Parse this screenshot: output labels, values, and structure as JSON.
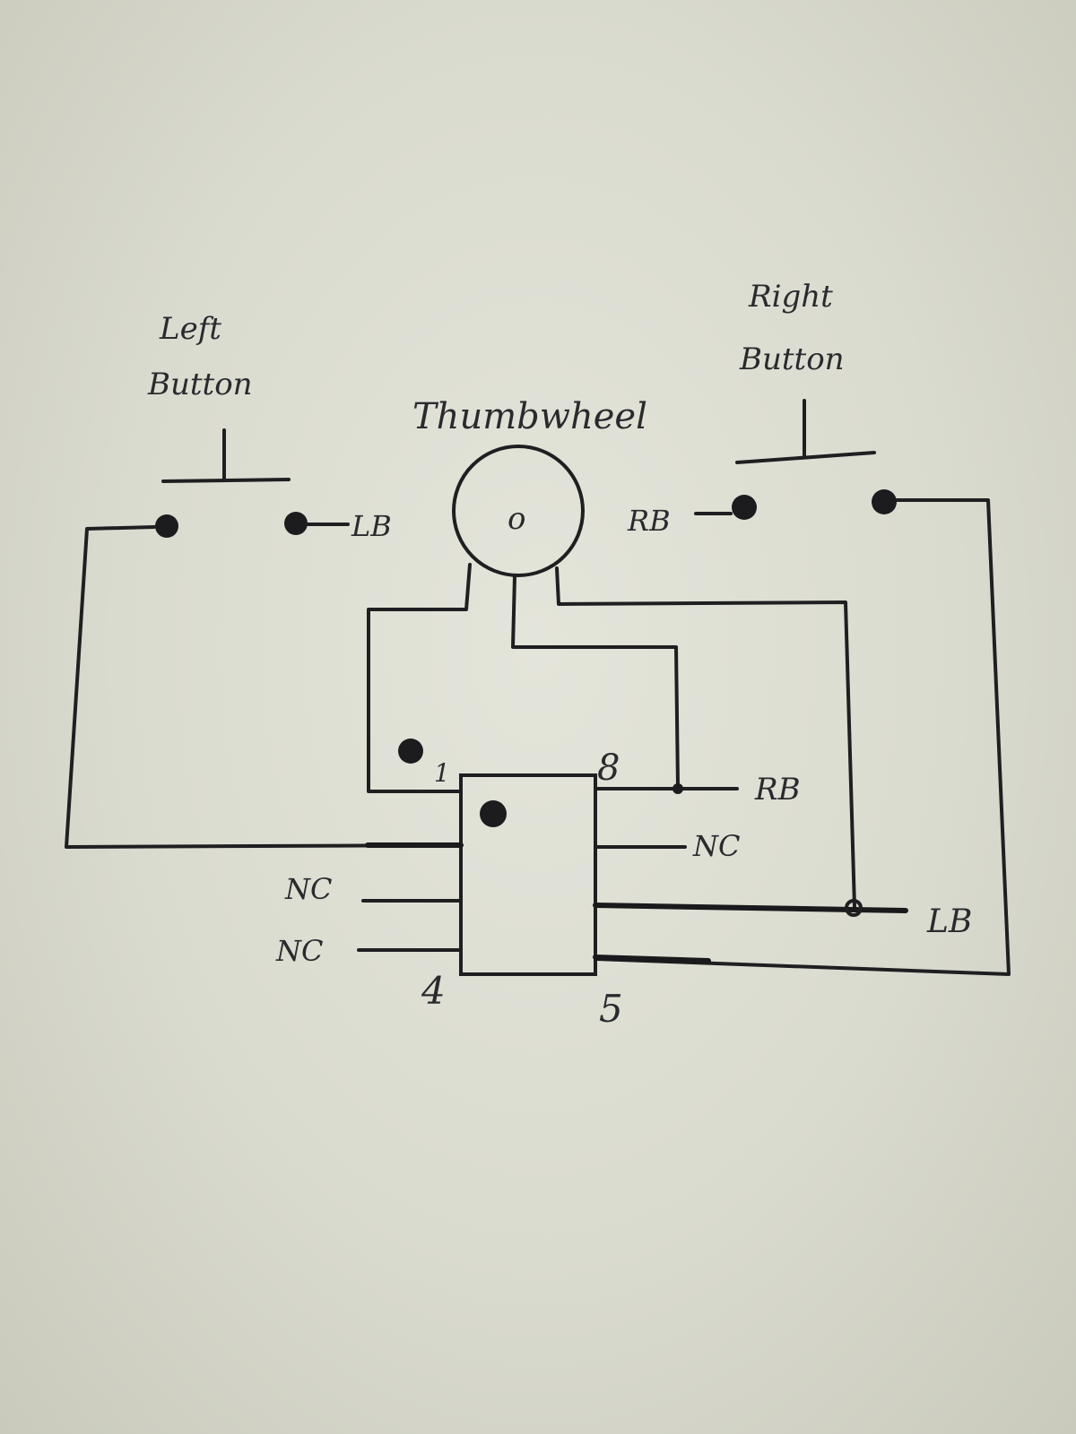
{
  "labels": {
    "left_button": [
      "Left",
      "Button"
    ],
    "right_button": [
      "Right",
      "Button"
    ],
    "thumbwheel": "Thumbwheel",
    "thumbwheel_center": "o",
    "lb_top": "LB",
    "rb_top": "RB",
    "rb_right": "RB",
    "nc_right": "NC",
    "lb_right": "LB",
    "nc_left_1": "NC",
    "nc_left_2": "NC",
    "pin_1": "1",
    "pin_8": "8",
    "pin_4": "4",
    "pin_5": "5"
  },
  "colors": {
    "ink": "#1f1f22",
    "paper": "#dcddd1"
  }
}
